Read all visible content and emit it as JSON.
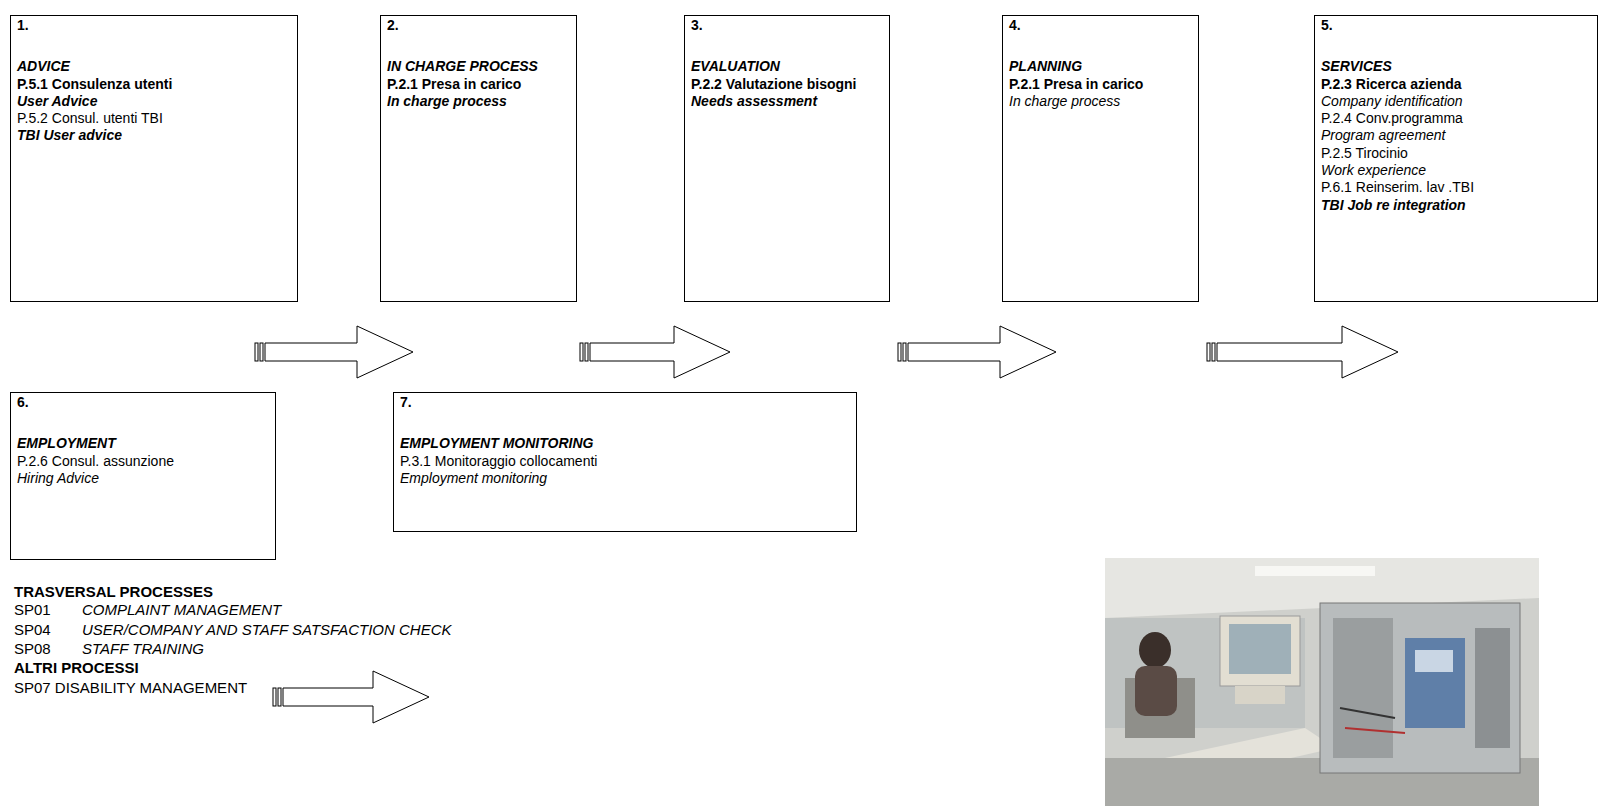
{
  "diagram": {
    "nodes": [
      {
        "text": [
          "1.",
          "ADVICE",
          "P.5.1 Consulenza utenti",
          "User Advice",
          "P.5.2 Consul. utenti TBI",
          "TBI User advice"
        ]
      },
      {
        "text": [
          "2.",
          "IN CHARGE PROCESS",
          "P.2.1 Presa in carico",
          "In charge process"
        ]
      },
      {
        "text": [
          "3.",
          "EVALUATION",
          "P.2.2 Valutazione bisogni",
          "Needs assessment"
        ]
      },
      {
        "text": [
          "4.",
          "PLANNING",
          "P.2.1 Presa in carico",
          "In charge process"
        ]
      },
      {
        "text": [
          "5.",
          "SERVICES",
          "P.2.3 Ricerca azienda",
          "Company identification",
          "P.2.4 Conv.programma",
          "Program agreement",
          "P.2.5 Tirocinio",
          "Work experience",
          "P.6.1 Reinserim. lav .TBI",
          "TBI Job re integration"
        ]
      },
      {
        "text": [
          "6.",
          "EMPLOYMENT",
          "P.2.6 Consul. assunzione",
          "Hiring Advice"
        ]
      },
      {
        "text": [
          "7.",
          "EMPLOYMENT MONITORING",
          "P.3.1 Monitoraggio collocamenti",
          "Employment monitoring"
        ]
      }
    ],
    "edges": [
      {
        "from": 0,
        "to": 1,
        "arrow": "to"
      },
      {
        "from": 1,
        "to": 2,
        "arrow": "to"
      },
      {
        "from": 2,
        "to": 3,
        "arrow": "to"
      },
      {
        "from": 3,
        "to": 4,
        "arrow": "to"
      },
      {
        "from": 5,
        "to": 6,
        "arrow": "to"
      }
    ],
    "labels": [
      "TRASVERSAL PROCESSES",
      "SP01",
      "COMPLAINT MANAGEMENT",
      "SP04",
      "USER/COMPANY AND STAFF SATSFACTION CHECK",
      "SP08",
      "STAFF TRAINING",
      "ALTRI PROCESSI",
      "SP07 DISABILITY MANAGEMENT"
    ]
  }
}
